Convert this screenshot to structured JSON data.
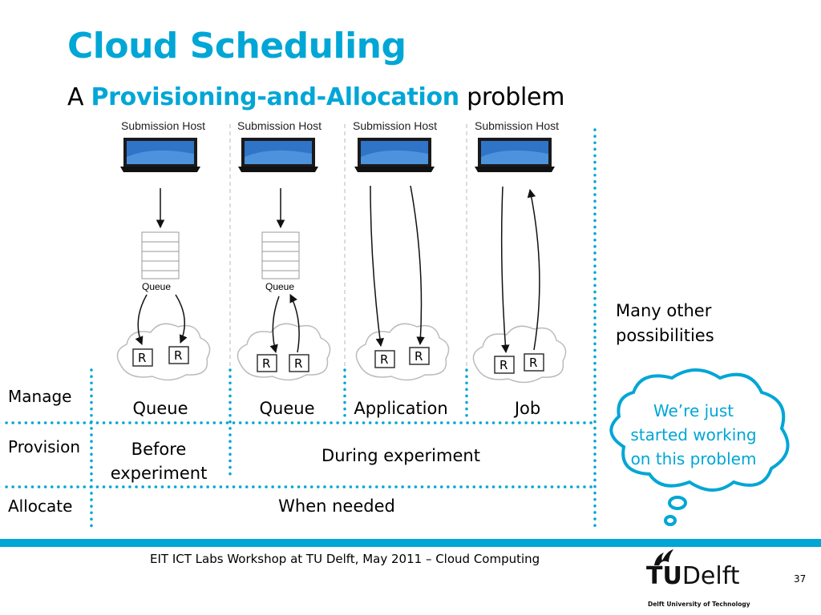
{
  "slide": {
    "title": "Cloud Scheduling",
    "subtitle_prefix": "A",
    "subtitle_highlight": "Provisioning-and-Allocation",
    "subtitle_suffix": "problem"
  },
  "hosts": [
    "Submission Host",
    "Submission Host",
    "Submission Host",
    "Submission Host"
  ],
  "queue_labels": [
    "Queue",
    "Queue"
  ],
  "resource_label": "R",
  "rows": {
    "manage": "Manage",
    "provision": "Provision",
    "allocate": "Allocate"
  },
  "manage_values": [
    "Queue",
    "Queue",
    "Application",
    "Job"
  ],
  "provision_values": {
    "before_line1": "Before",
    "before_line2": "experiment",
    "during": "During experiment"
  },
  "allocate_value": "When needed",
  "note": {
    "line1": "Many other",
    "line2": "possibilities"
  },
  "thought_bubble": {
    "line1": "We’re just",
    "line2": "started working",
    "line3": "on this problem"
  },
  "footer": {
    "text": "EIT ICT Labs Workshop at TU Delft, May 2011 – Cloud Computing",
    "page": "37",
    "logo_bold": "TU",
    "logo_thin": "Delft",
    "logo_sub": "Delft University of Technology"
  },
  "colors": {
    "accent": "#00a6d6"
  }
}
